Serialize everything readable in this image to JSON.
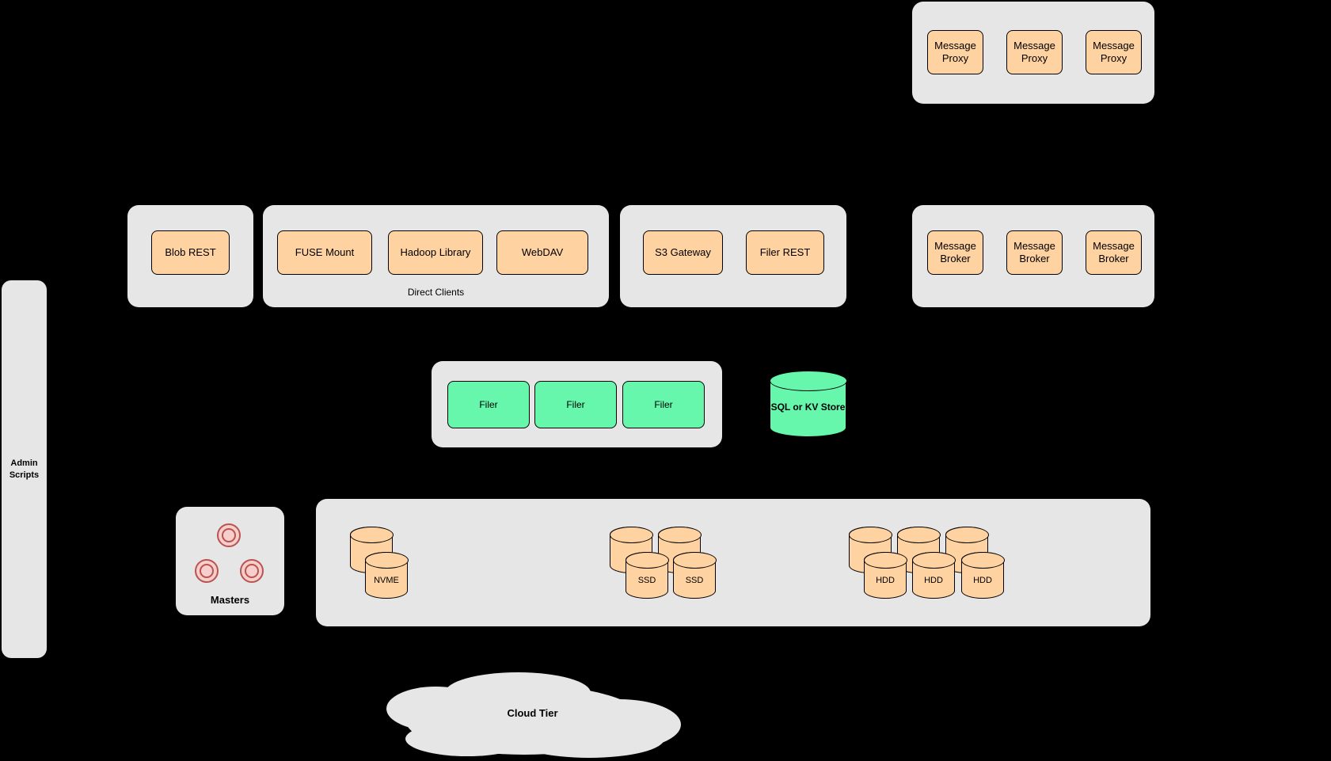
{
  "colors": {
    "background": "#000000",
    "container": "#e6e6e6",
    "node_orange": "#ffd2a1",
    "node_green": "#66f7ad",
    "master_fill": "#f8cecc",
    "master_stroke": "#b85450",
    "border": "#000000"
  },
  "proxy_group": {
    "nodes": [
      "Message Proxy",
      "Message Proxy",
      "Message Proxy"
    ]
  },
  "blob_group": {
    "nodes": [
      "Blob REST"
    ]
  },
  "direct_clients_group": {
    "caption": "Direct Clients",
    "nodes": [
      "FUSE Mount",
      "Hadoop Library",
      "WebDAV"
    ]
  },
  "gateway_group": {
    "nodes": [
      "S3 Gateway",
      "Filer REST"
    ]
  },
  "broker_group": {
    "nodes": [
      "Message Broker",
      "Message Broker",
      "Message Broker"
    ]
  },
  "admin_panel": {
    "label": "Admin Scripts"
  },
  "filer_group": {
    "nodes": [
      "Filer",
      "Filer",
      "Filer"
    ]
  },
  "metadata_store": {
    "label": "SQL or KV Store"
  },
  "masters_group": {
    "label": "Masters"
  },
  "volume_servers": {
    "nvme": {
      "label": "NVME"
    },
    "ssd": {
      "labels": [
        "SSD",
        "SSD"
      ]
    },
    "hdd": {
      "labels": [
        "HDD",
        "HDD",
        "HDD"
      ]
    }
  },
  "cloud_tier": {
    "label": "Cloud Tier"
  }
}
